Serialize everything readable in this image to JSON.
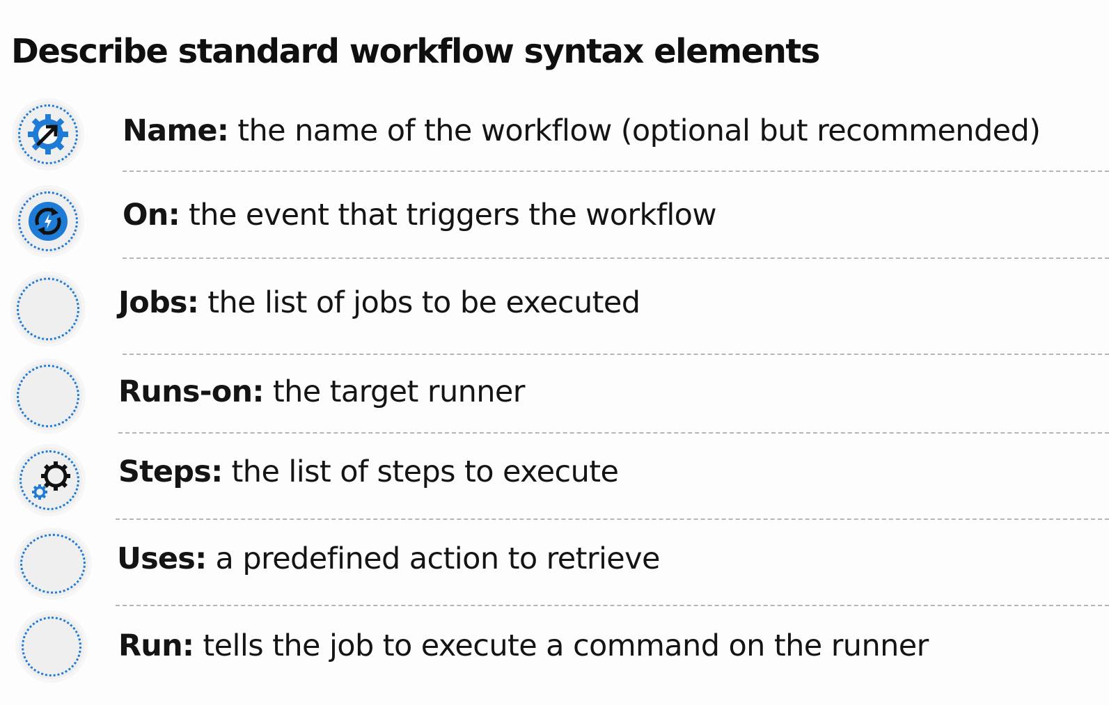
{
  "slide": {
    "title": "Describe standard workflow syntax elements"
  },
  "items": [
    {
      "term": "Name:",
      "description": "the name of the workflow (optional but recommended)",
      "icon": "gear-arrow-icon"
    },
    {
      "term": "On:",
      "description": "the event that triggers the workflow",
      "icon": "event-trigger-icon"
    },
    {
      "term": "Jobs:",
      "description": "the list of jobs to be executed",
      "icon": "empty-circle-icon"
    },
    {
      "term": "Runs-on:",
      "description": "the target runner",
      "icon": "empty-circle-icon"
    },
    {
      "term": "Steps:",
      "description": "the list of steps to execute",
      "icon": "gears-icon"
    },
    {
      "term": "Uses:",
      "description": "a predefined action to retrieve",
      "icon": "empty-circle-icon"
    },
    {
      "term": "Run:",
      "description": "tells the job to execute a command on the runner",
      "icon": "empty-circle-icon"
    }
  ],
  "colors": {
    "accent": "#1e7bd6",
    "icon_dark": "#111111",
    "separator": "#b5b5b5"
  }
}
